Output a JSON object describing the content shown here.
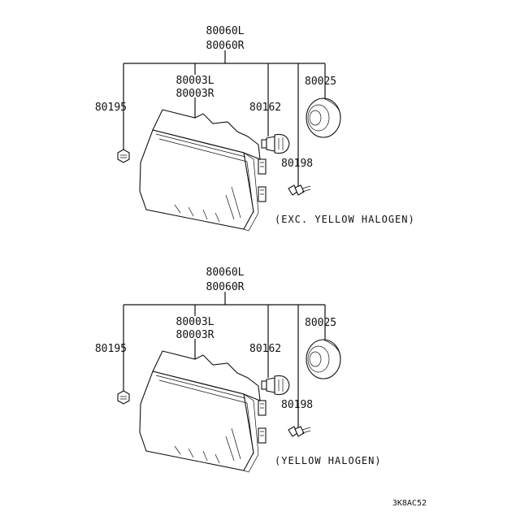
{
  "diagram": {
    "code": "3K8AC52",
    "sections": [
      {
        "labels": {
          "assembly_l": "80060L",
          "assembly_r": "80060R",
          "lens_l": "80003L",
          "lens_r": "80003R",
          "screw": "80195",
          "bulb": "80162",
          "cap": "80025",
          "adjuster": "80198"
        },
        "caption": "(EXC. YELLOW HALOGEN)"
      },
      {
        "labels": {
          "assembly_l": "80060L",
          "assembly_r": "80060R",
          "lens_l": "80003L",
          "lens_r": "80003R",
          "screw": "80195",
          "bulb": "80162",
          "cap": "80025",
          "adjuster": "80198"
        },
        "caption": "(YELLOW HALOGEN)"
      }
    ]
  }
}
